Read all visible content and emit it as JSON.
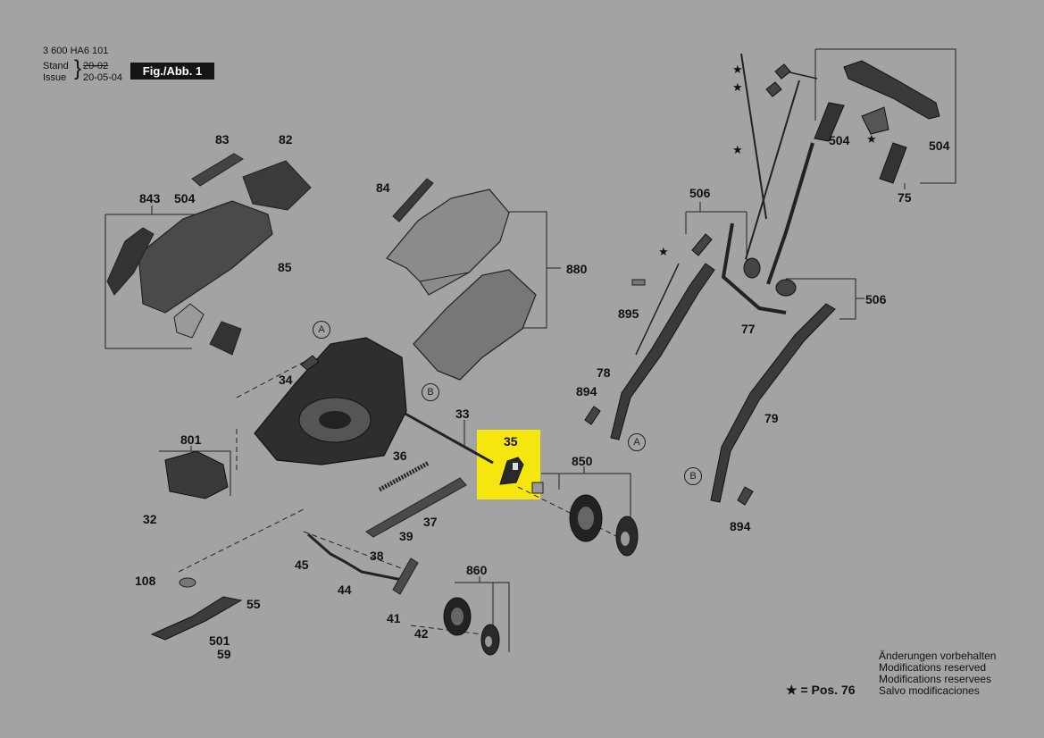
{
  "header": {
    "part_number": "3 600 HA6 101",
    "stand_label": "Stand",
    "stand_value": "20-02",
    "issue_label": "Issue",
    "issue_value": "20-05-04",
    "fig_label": "Fig./Abb. 1"
  },
  "callouts": {
    "c83": "83",
    "c82": "82",
    "c843": "843",
    "c504a": "504",
    "c85": "85",
    "c84": "84",
    "c880": "880",
    "c34": "34",
    "c801": "801",
    "c32": "32",
    "c33": "33",
    "c35": "35",
    "c36": "36",
    "c37": "37",
    "c39": "39",
    "c38": "38",
    "c45": "45",
    "c44": "44",
    "c108": "108",
    "c55": "55",
    "c501": "501",
    "c59": "59",
    "c41": "41",
    "c42": "42",
    "c860": "860",
    "c850": "850",
    "c895": "895",
    "c78": "78",
    "c894a": "894",
    "c506a": "506",
    "c77": "77",
    "c506b": "506",
    "c79": "79",
    "c894b": "894",
    "c504b": "504",
    "c504c": "504",
    "c75": "75"
  },
  "markers": {
    "a": "A",
    "b": "B"
  },
  "highlight_part": "35",
  "legend": {
    "star_text": "★ = Pos. 76",
    "notes": [
      "Änderungen vorbehalten",
      "Modifications reserved",
      "Modifications reservees",
      "Salvo modificaciones"
    ]
  },
  "colors": {
    "background": "#a3a3a3",
    "highlight": "#f6e610",
    "ink": "#111111"
  }
}
